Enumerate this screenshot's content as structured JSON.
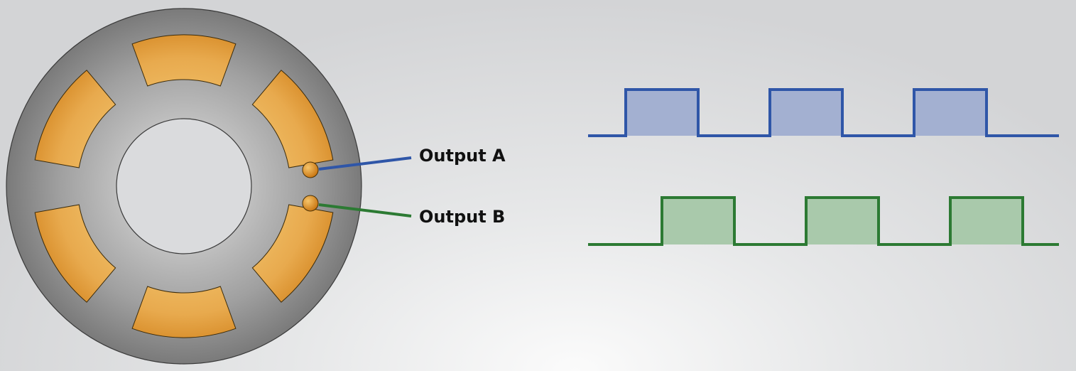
{
  "labels": {
    "output_a": "Output A",
    "output_b": "Output B"
  },
  "disk": {
    "magnet_count": 6,
    "colors": {
      "disk_outer": "#7d7d7d",
      "disk_inner": "#b8b8b8",
      "hole": "#dadbdd",
      "magnet_light": "#f1c169",
      "magnet_dark": "#cf7c12",
      "sensor": "#e59a2a"
    }
  },
  "signals": {
    "output_a": {
      "color": "#2f56a8",
      "fill": "#a3b0d1",
      "pulses": 3,
      "duty": 0.5
    },
    "output_b": {
      "color": "#2c7a33",
      "fill": "#a9c9ab",
      "pulses": 3,
      "duty": 0.5,
      "phase_shift_deg": 90
    }
  }
}
